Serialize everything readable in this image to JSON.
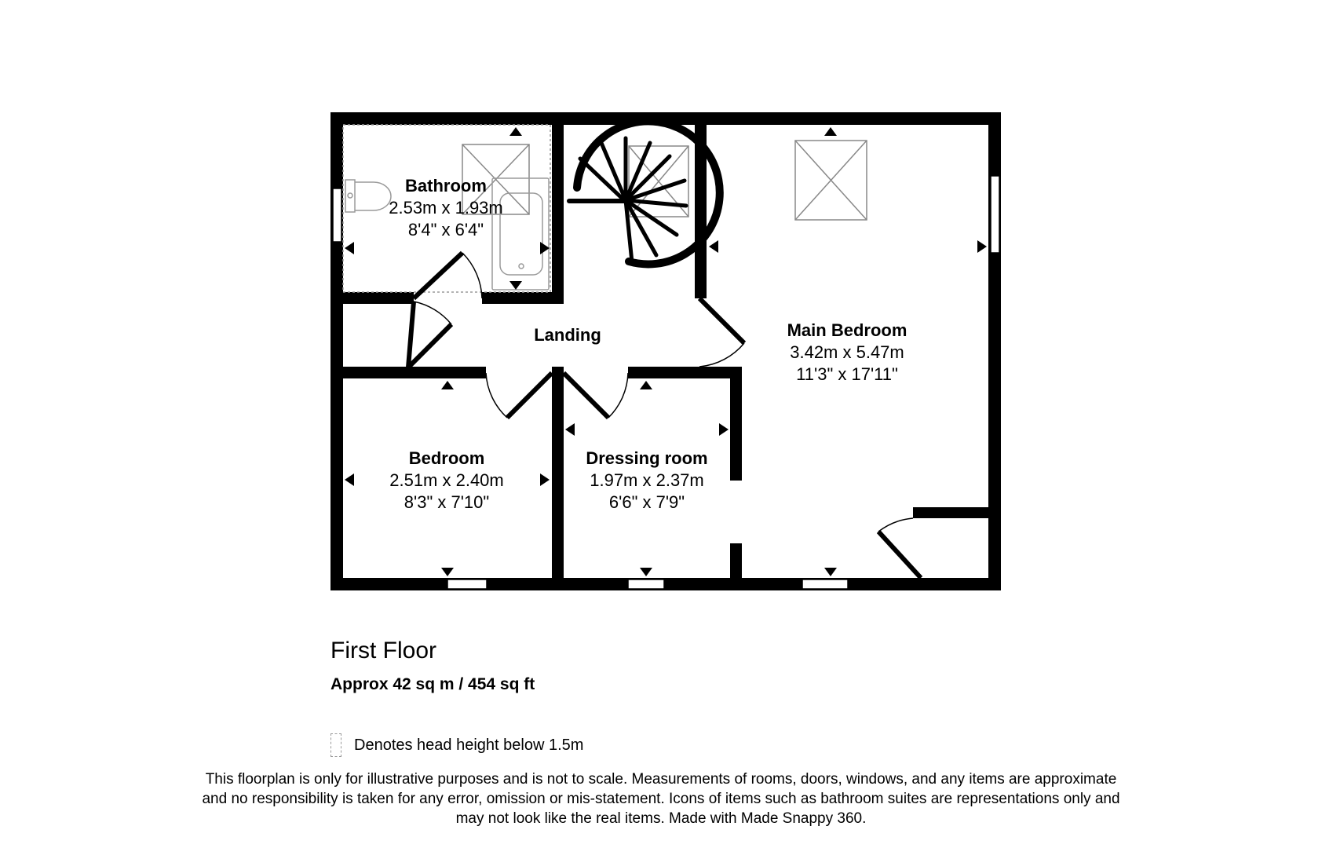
{
  "rooms": {
    "bathroom": {
      "name": "Bathroom",
      "metric": "2.53m x 1.93m",
      "imperial": "8'4\" x 6'4\""
    },
    "landing": {
      "name": "Landing"
    },
    "main_bedroom": {
      "name": "Main Bedroom",
      "metric": "3.42m x 5.47m",
      "imperial": "11'3\" x 17'11\""
    },
    "bedroom": {
      "name": "Bedroom",
      "metric": "2.51m x 2.40m",
      "imperial": "8'3\" x 7'10\""
    },
    "dressing_room": {
      "name": "Dressing room",
      "metric": "1.97m x 2.37m",
      "imperial": "6'6\" x 7'9\""
    }
  },
  "floor": {
    "title": "First Floor",
    "area": "Approx 42 sq m / 454 sq ft"
  },
  "legend": {
    "text": "Denotes head height below 1.5m"
  },
  "disclaimer": [
    "This floorplan is only for illustrative purposes and is not to scale. Measurements of rooms, doors, windows, and any items are approximate",
    "and no responsibility is taken for any error, omission or mis-statement. Icons of items such as bathroom suites are representations only and",
    "may not look like the real items. Made with Made Snappy 360."
  ],
  "colors": {
    "wall": "#000000",
    "fixture": "#9a9a9a",
    "background": "#ffffff"
  }
}
